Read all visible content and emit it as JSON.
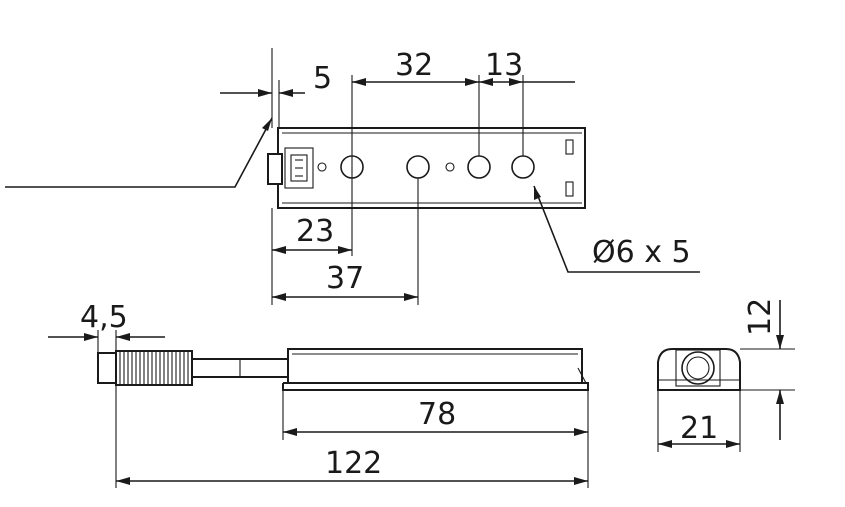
{
  "dimensions": {
    "top_gap": "5",
    "top_span": "32",
    "top_small": "13",
    "top_23": "23",
    "top_37": "37",
    "hole_note": "Ø6 x 5",
    "side_4_5": "4,5",
    "side_78": "78",
    "side_122": "122",
    "end_12": "12",
    "end_21": "21"
  },
  "colors": {
    "line": "#1a1a1a",
    "background": "#ffffff"
  }
}
